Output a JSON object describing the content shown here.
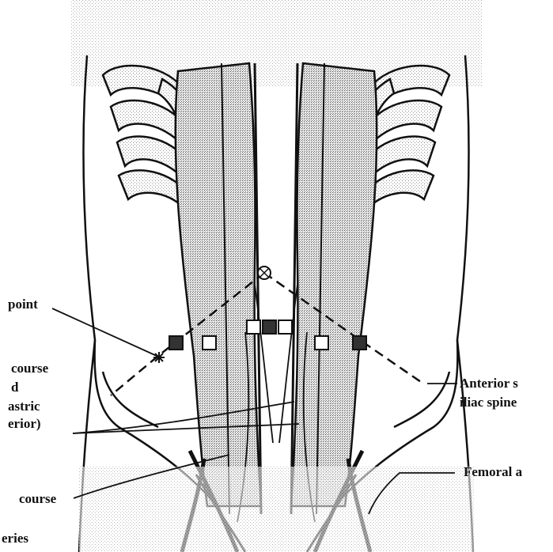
{
  "labels": {
    "point": "point",
    "course_1": "course",
    "d": "d",
    "astric": "astric",
    "erior": "erior)",
    "anterior_1": "Anterior s",
    "anterior_2": "iliac spine",
    "femoral": "Femoral a",
    "course_2": "course",
    "eries": "eries"
  },
  "colors": {
    "ink": "#111111",
    "stipple": "#9a9a9a",
    "marker_fill": "#333333",
    "background": "#ffffff"
  },
  "icons": {
    "filled_markers": [
      "filled-square-marker"
    ],
    "open_markers": [
      "open-square-marker"
    ],
    "cross_markers": [
      "asterisk-point-marker"
    ]
  }
}
